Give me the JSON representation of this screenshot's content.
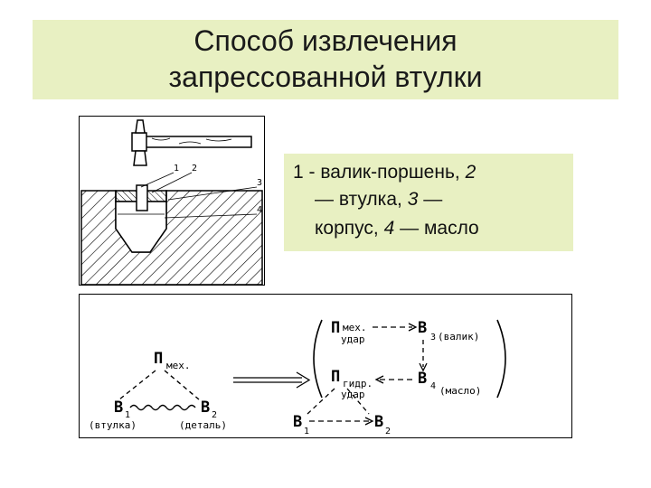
{
  "title": {
    "line1": "Способ извлечения",
    "line2": "запрессованной втулки"
  },
  "legend": {
    "line1_a": "1 - валик-поршень, ",
    "line1_b": "2",
    "line2_a": "— втулка, ",
    "line2_b": "3",
    "line2_c": " —",
    "line3_a": "корпус, ",
    "line3_b": "4",
    "line3_c": " — масло"
  },
  "top_diagram": {
    "callouts": [
      "1",
      "2",
      "3",
      "4"
    ]
  },
  "scheme": {
    "left": {
      "p": "П",
      "p_sub": "мех.",
      "b1": "В",
      "b1_sub": "1",
      "b1_note": "(втулка)",
      "b2": "В",
      "b2_sub": "2",
      "b2_note": "(деталь)"
    },
    "right": {
      "p_mech": "П",
      "p_mech_sub1": "мех.",
      "p_mech_sub2": "удар",
      "b3": "В",
      "b3_sub": "3",
      "b3_note": "(валик)",
      "p_hyd": "П",
      "p_hyd_sub1": "гидр.",
      "p_hyd_sub2": "удар",
      "b4": "В",
      "b4_sub": "4",
      "b4_note": "(масло)",
      "b1": "В",
      "b1_sub": "1",
      "b2": "В",
      "b2_sub": "2"
    }
  },
  "colors": {
    "panel": "#e8f0c2",
    "ink": "#111111"
  }
}
